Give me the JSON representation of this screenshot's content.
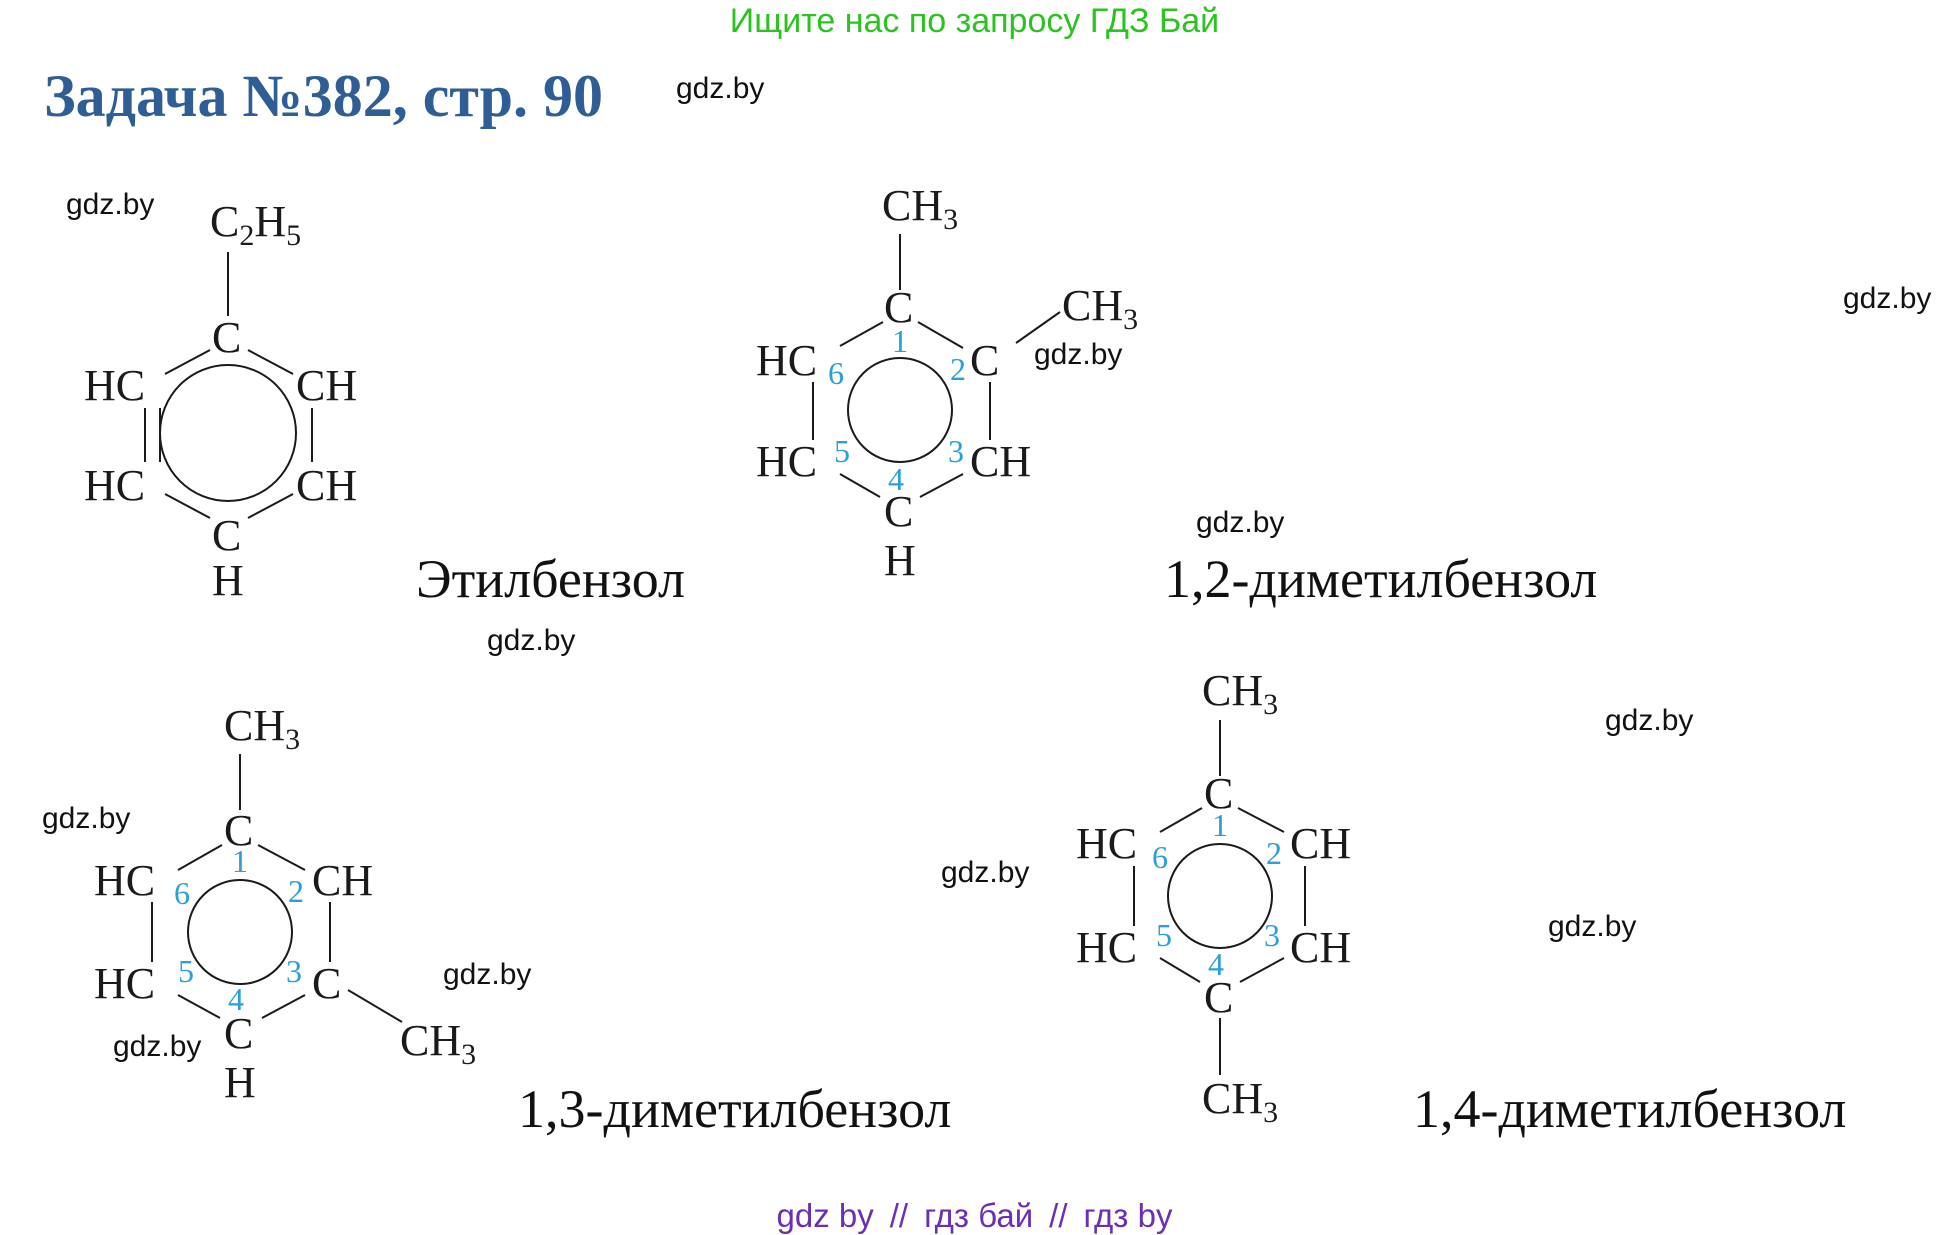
{
  "banner": "Ищите нас по запросу ГДЗ Бай",
  "title": "Задача №382, стр. 90",
  "watermark": "gdz.by",
  "atoms": {
    "C": "C",
    "HC": "HC",
    "CH": "CH",
    "H": "H",
    "C2H5": {
      "c": "C",
      "two": "2",
      "h": "H",
      "five": "5"
    },
    "CH3": {
      "ch": "CH",
      "three": "3"
    }
  },
  "ring_numbers": [
    "1",
    "2",
    "3",
    "4",
    "5",
    "6"
  ],
  "compounds": {
    "ethylbenzene": "Этилбензол",
    "dimethyl_12": "1,2-диметилбензол",
    "dimethyl_13": "1,3-диметилбензол",
    "dimethyl_14": "1,4-диметилбензол"
  },
  "footer": {
    "part1": "gdz by",
    "sep": "//",
    "part2": "гдз бай",
    "part3": "гдз by"
  }
}
